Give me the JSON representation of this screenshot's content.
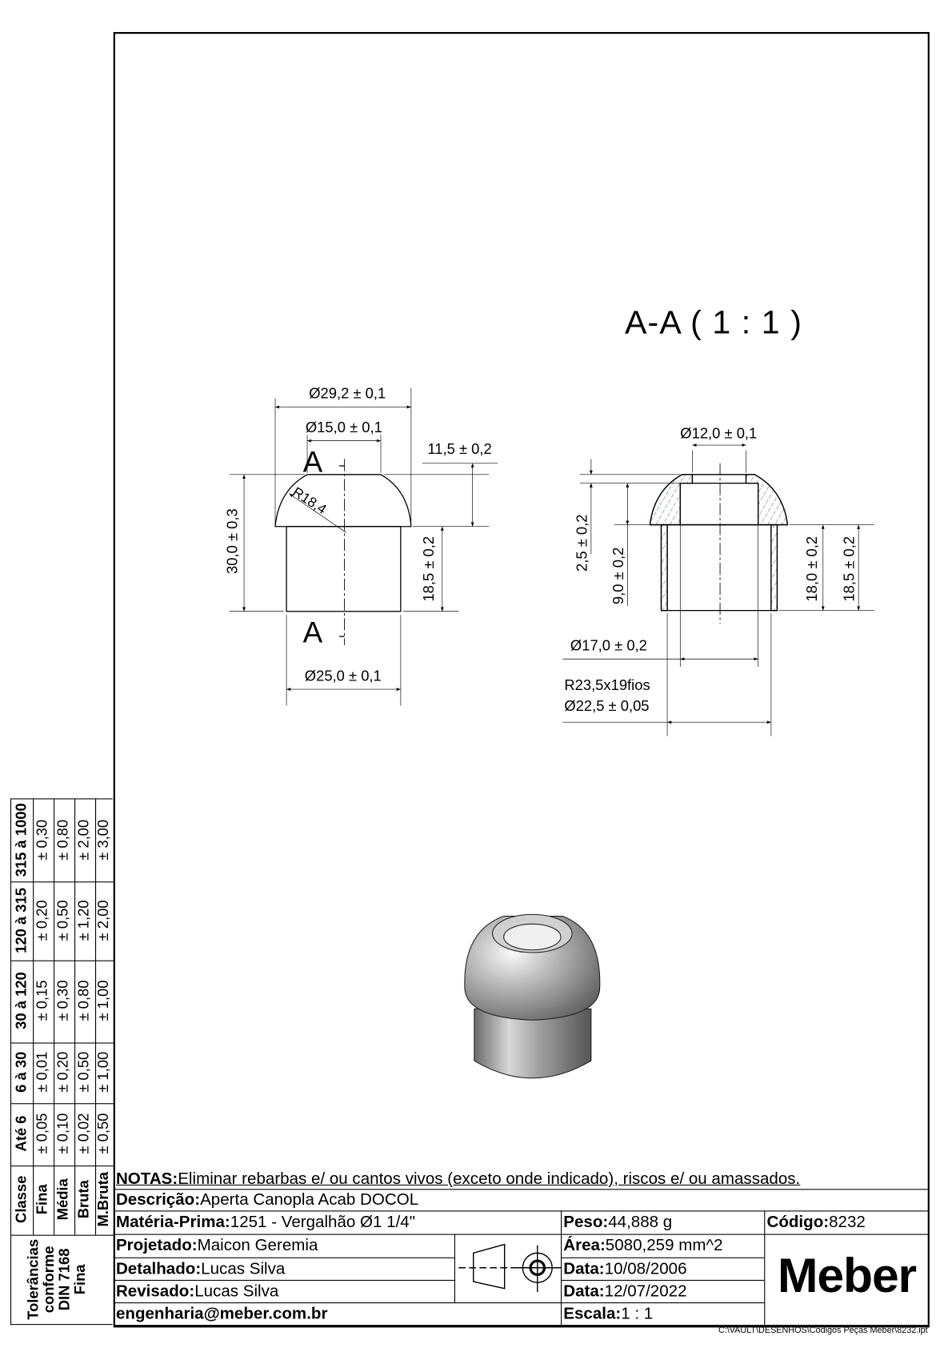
{
  "section_view": {
    "title": "A-A  ( 1 : 1 )"
  },
  "front_view": {
    "section_marker": "A",
    "dimensions": {
      "outer_diameter": "Ø29,2 ± 0,1",
      "top_diameter": "Ø15,0 ± 0,1",
      "dome_height": "11,5 ± 0,2",
      "total_height": "30,0 ± 0,3",
      "shank_height": "18,5 ± 0,2",
      "radius": "R18,4",
      "shank_diameter": "Ø25,0 ± 0,1"
    }
  },
  "section_dims": {
    "hole_diameter": "Ø12,0 ± 0,1",
    "top_thickness": "2,5 ± 0,2",
    "counterbore_depth": "9,0 ± 0,2",
    "thread_length": "18,0 ± 0,2",
    "shank_height": "18,5 ± 0,2",
    "counterbore_diameter": "Ø17,0 ± 0,2",
    "thread_spec": "R23,5x19fios",
    "thread_diameter": "Ø22,5 ± 0,05"
  },
  "tolerance_table": {
    "header_label": "Classe",
    "footer_lines": [
      "Tolerâncias",
      "conforme",
      "DIN 7168",
      "Fina"
    ],
    "classes": [
      "Fina",
      "Média",
      "Bruta",
      "M.Bruta"
    ],
    "ranges": [
      {
        "label": "Até 6",
        "values": [
          "± 0,05",
          "± 0,10",
          "± 0,02",
          "± 0,50"
        ]
      },
      {
        "label": "6 à 30",
        "values": [
          "± 0,01",
          "± 0,20",
          "± 0,50",
          "± 1,00"
        ]
      },
      {
        "label": "30 à 120",
        "values": [
          "± 0,15",
          "± 0,30",
          "± 0,80",
          "± 1,00"
        ]
      },
      {
        "label": "120 à 315",
        "values": [
          "± 0,20",
          "± 0,50",
          "± 1,20",
          "± 2,00"
        ]
      },
      {
        "label": "315 à 1000",
        "values": [
          "± 0,30",
          "± 0,80",
          "± 2,00",
          "± 3,00"
        ]
      }
    ]
  },
  "title_block": {
    "notes_label": "NOTAS:",
    "notes": " Eliminar rebarbas e/ ou cantos vivos (exceto onde indicado), riscos e/ ou amassados.",
    "descricao_label": "Descrição:",
    "descricao": " Aperta Canopla Acab DOCOL",
    "materia_label": "Matéria-Prima:",
    "materia": " 1251 - Vergalhão Ø1 1/4\"",
    "peso_label": "Peso:",
    "peso": " 44,888 g",
    "codigo_label": "Código:",
    "codigo": " 8232",
    "projetado_label": "Projetado:",
    "projetado": " Maicon Geremia",
    "area_label": "Área:",
    "area": "5080,259 mm^2",
    "detalhado_label": "Detalhado:",
    "detalhado": " Lucas Silva",
    "data1_label": "Data:",
    "data1": " 10/08/2006",
    "revisado_label": "Revisado:",
    "revisado": " Lucas Silva",
    "data2_label": "Data:",
    "data2": " 12/07/2022",
    "email": "engenharia@meber.com.br",
    "escala_label": "Escala:",
    "escala": " 1 : 1",
    "logo": "Meber"
  },
  "file_path": "C:\\VAULT\\DESENHOS\\Códigos Peças Meber\\8232.ipt",
  "colors": {
    "hatch": "#2e7d32",
    "line": "#000000"
  }
}
